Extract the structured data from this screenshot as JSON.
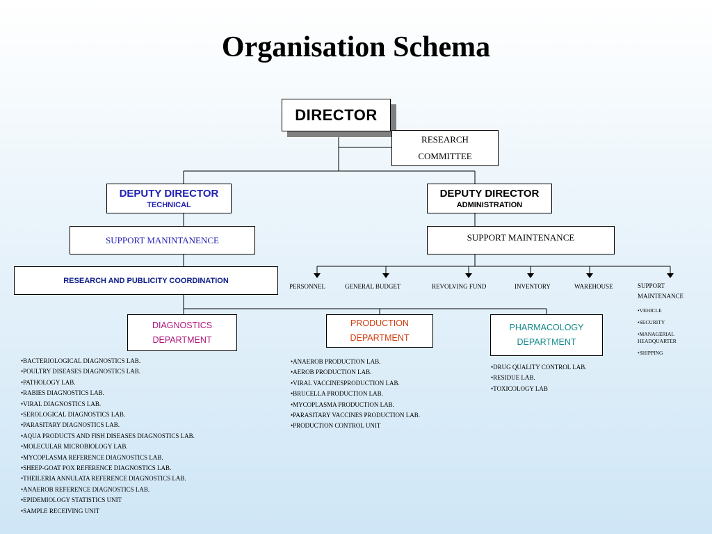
{
  "title": "Organisation Schema",
  "director": "DIRECTOR",
  "research_committee": [
    "RESEARCH",
    "COMMITTEE"
  ],
  "deputy_technical": {
    "title": "DEPUTY DIRECTOR",
    "subtitle": "TECHNICAL"
  },
  "deputy_admin": {
    "title": "DEPUTY DIRECTOR",
    "subtitle": "ADMINISTRATION"
  },
  "support_technical": "SUPPORT MANINTANENCE",
  "support_admin": "SUPPORT MAINTENANCE",
  "research_publicity": "RESEARCH AND PUBLICITY COORDINATION",
  "admin_units": [
    "PERSONNEL",
    "GENERAL BUDGET",
    "REVOLVING FUND",
    "INVENTORY",
    "WAREHOUSE"
  ],
  "support_maintenance": {
    "heading": [
      "SUPPORT",
      "MAINTENANCE"
    ],
    "items": [
      "•VEHICLE",
      "•SECURITY",
      "•MANAGERIAL",
      "HEADQUARTER",
      "•SHIPPING"
    ]
  },
  "departments": {
    "diagnostics": {
      "name": [
        "DIAGNOSTICS",
        "DEPARTMENT"
      ],
      "items": [
        "•BACTERIOLOGICAL DIAGNOSTICS LAB.",
        "•POULTRY DISEASES DIAGNOSTICS LAB.",
        "•PATHOLOGY  LAB.",
        "•RABIES DIAGNOSTICS LAB.",
        "•VIRAL DIAGNOSTICS LAB.",
        "•SEROLOGICAL DIAGNOSTICS LAB.",
        "•PARASITARY DIAGNOSTICS LAB.",
        "•AQUA PRODUCTS AND FISH DISEASES DIAGNOSTICS LAB.",
        "•MOLECULAR MICROBIOLOGY LAB.",
        "•MYCOPLASMA REFERENCE DIAGNOSTICS LAB.",
        "•SHEEP-GOAT POX REFERENCE DIAGNOSTICS LAB.",
        "•THEILERIA ANNULATA REFERENCE DIAGNOSTICS LAB.",
        "•ANAEROB REFERENCE  DIAGNOSTICS LAB.",
        "•EPIDEMIOLOGY STATISTICS UNIT",
        "•SAMPLE RECEIVING UNIT"
      ]
    },
    "production": {
      "name": [
        "PRODUCTION",
        "DEPARTMENT"
      ],
      "items": [
        "•ANAEROB PRODUCTION LAB.",
        "•AEROB PRODUCTION LAB.",
        "•VIRAL VACCINESPRODUCTION LAB.",
        "•BRUCELLA PRODUCTION LAB.",
        "•MYCOPLASMA PRODUCTION LAB.",
        "•PARASITARY VACCINES PRODUCTION LAB.",
        "•PRODUCTION CONTROL UNIT"
      ]
    },
    "pharmacology": {
      "name": [
        "PHARMACOLOGY",
        "DEPARTMENT"
      ],
      "items": [
        "•DRUG QUALITY CONTROL LAB.",
        "•RESIDUE LAB.",
        "•TOXICOLOGY LAB"
      ]
    }
  },
  "colors": {
    "deputy_technical": "#1f1fb4",
    "support_technical": "#1f1fb4",
    "research_publicity": "#0a1a8a",
    "diagnostics": "#b0137b",
    "production": "#d23a0b",
    "pharmacology": "#138a8a"
  }
}
